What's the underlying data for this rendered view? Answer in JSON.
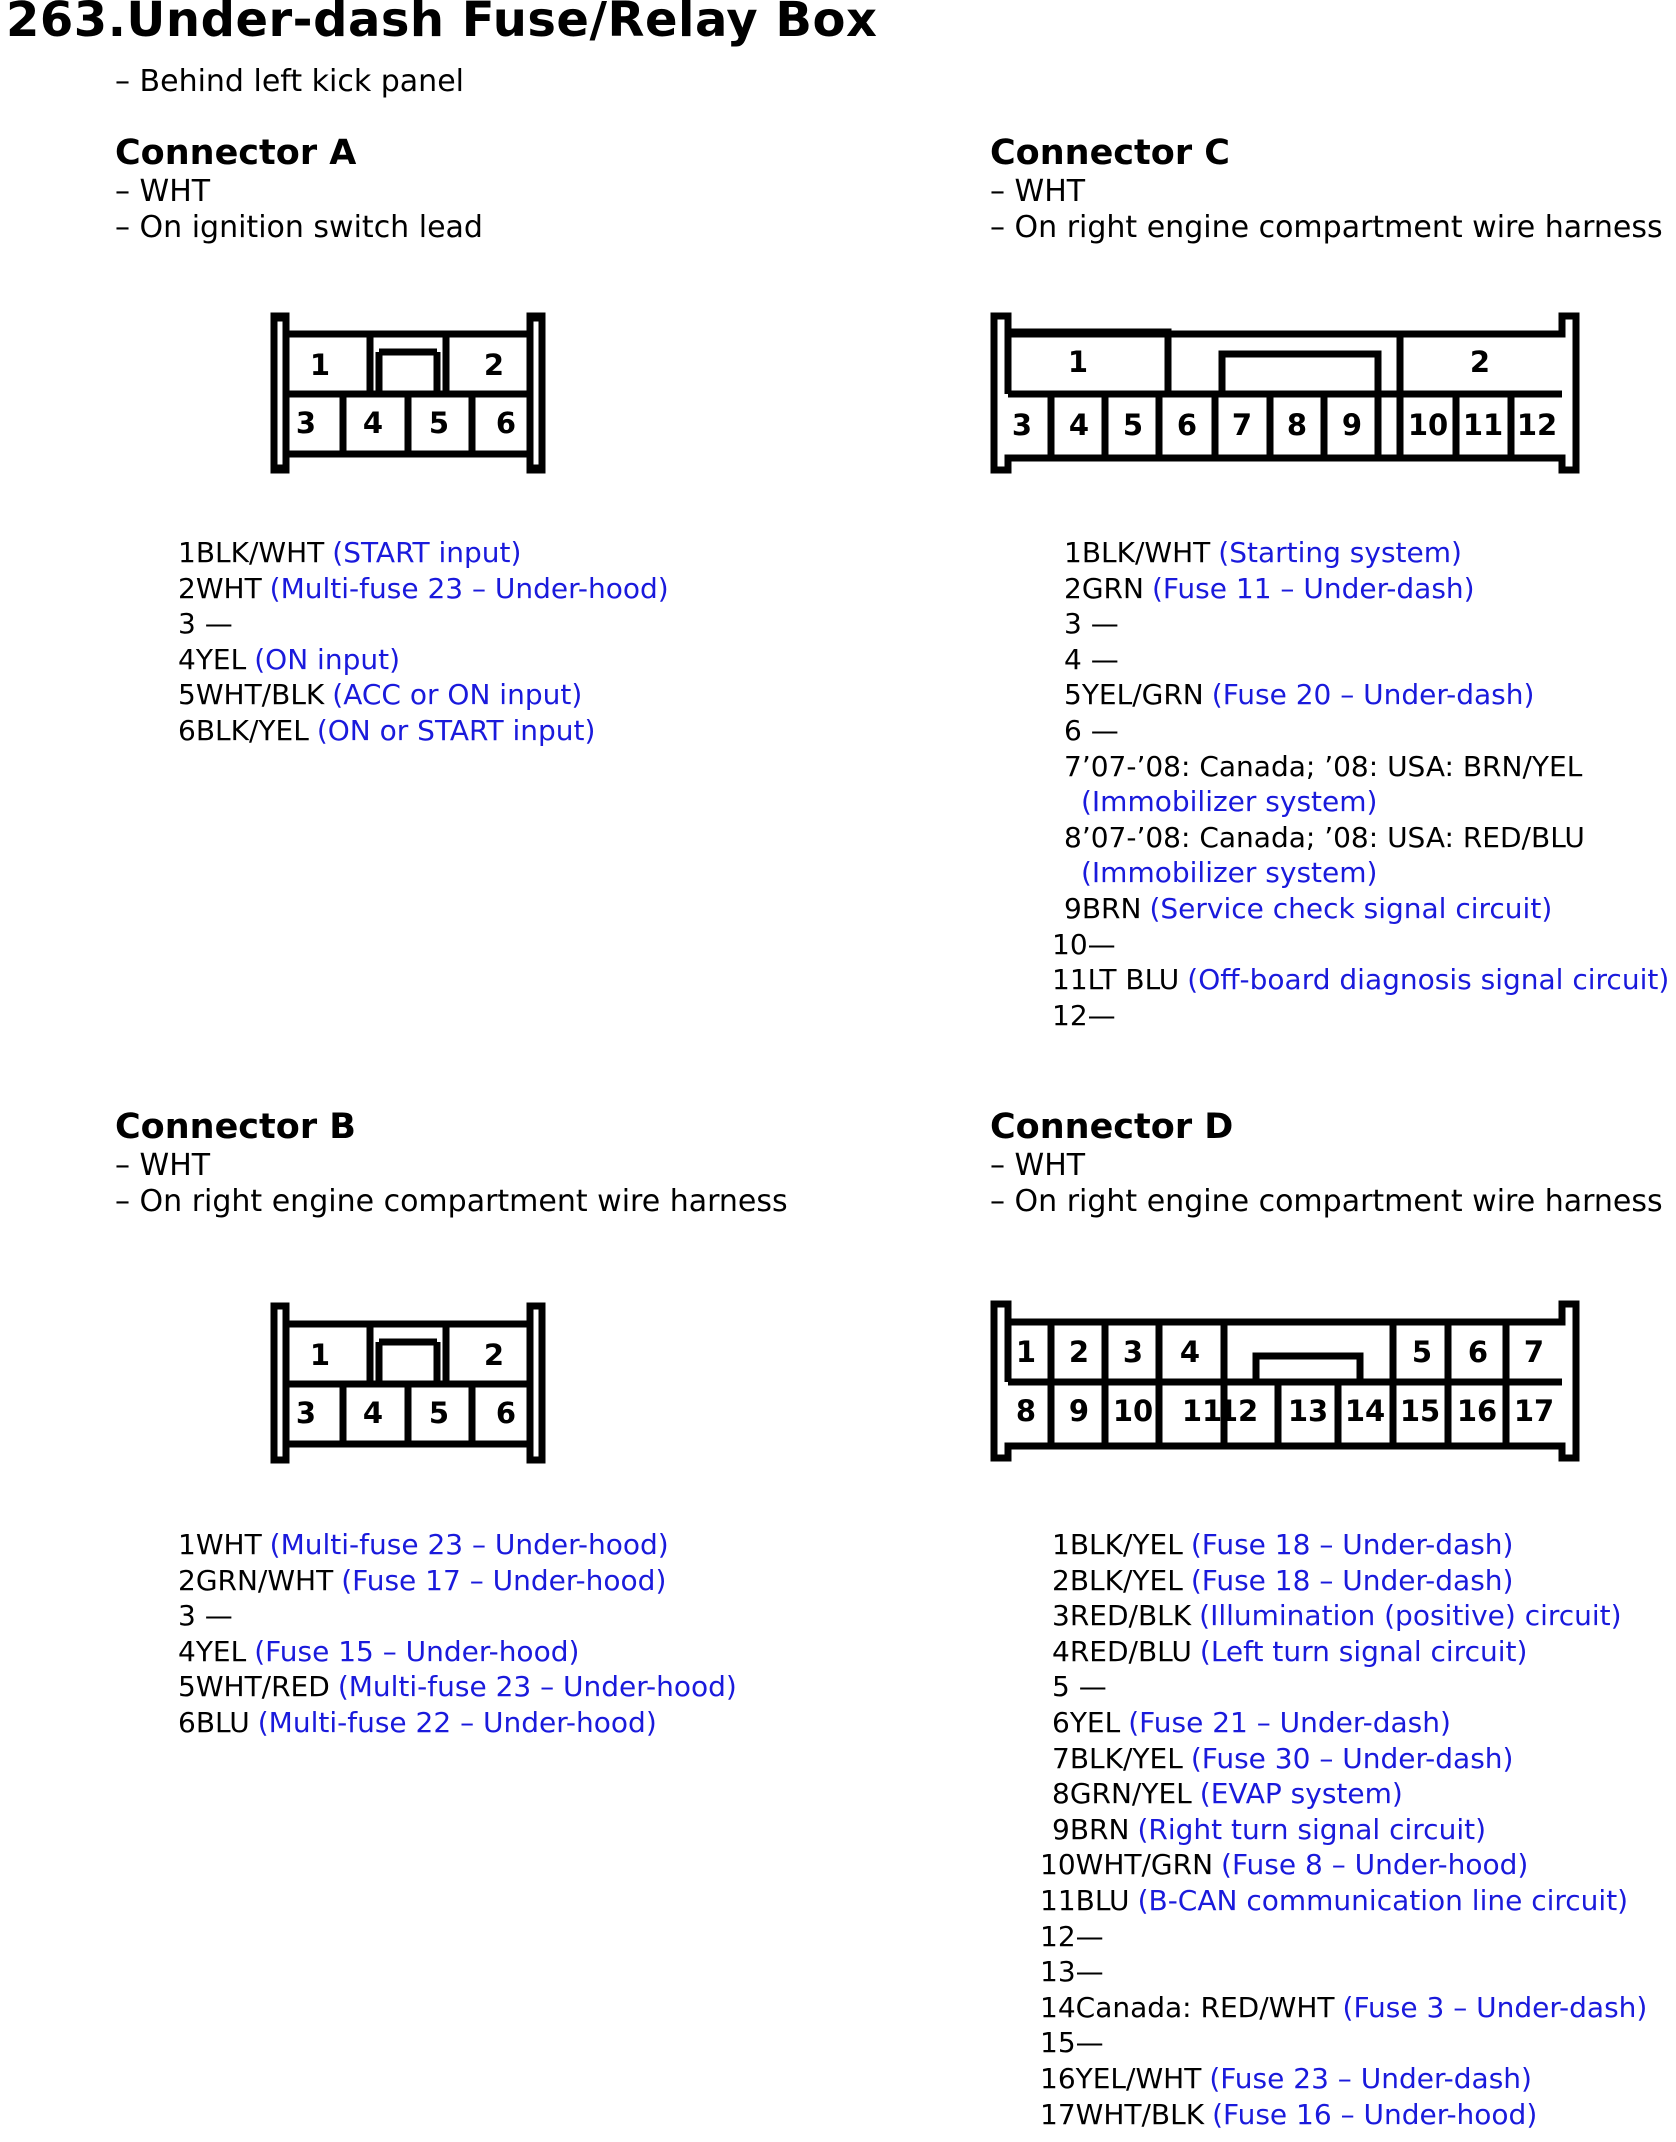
{
  "page": {
    "title": "263.Under-dash Fuse/Relay Box",
    "subtitle": "– Behind left kick panel"
  },
  "colors": {
    "text": "#000000",
    "description": "#1a1adc",
    "background": "#ffffff"
  },
  "connectors": {
    "a": {
      "title": "Connector A",
      "color": "– WHT",
      "location": "– On ignition switch lead",
      "terminal_labels": [
        "1",
        "2",
        "3",
        "4",
        "5",
        "6"
      ],
      "pins": [
        {
          "pin": "1",
          "wire": "BLK/WHT",
          "desc": "(START input)"
        },
        {
          "pin": "2",
          "wire": "WHT",
          "desc": "(Multi-fuse 23 – Under-hood)"
        },
        {
          "pin": "3",
          "wire": "—",
          "desc": ""
        },
        {
          "pin": "4",
          "wire": "YEL",
          "desc": "(ON input)"
        },
        {
          "pin": "5",
          "wire": "WHT/BLK",
          "desc": "(ACC or ON input)"
        },
        {
          "pin": "6",
          "wire": "BLK/YEL",
          "desc": "(ON or START input)"
        }
      ]
    },
    "b": {
      "title": "Connector B",
      "color": "– WHT",
      "location": "– On right engine compartment wire harness",
      "terminal_labels": [
        "1",
        "2",
        "3",
        "4",
        "5",
        "6"
      ],
      "pins": [
        {
          "pin": "1",
          "wire": "WHT",
          "desc": "(Multi-fuse 23 – Under-hood)"
        },
        {
          "pin": "2",
          "wire": "GRN/WHT",
          "desc": "(Fuse 17 – Under-hood)"
        },
        {
          "pin": "3",
          "wire": "—",
          "desc": ""
        },
        {
          "pin": "4",
          "wire": "YEL",
          "desc": "(Fuse 15 – Under-hood)"
        },
        {
          "pin": "5",
          "wire": "WHT/RED",
          "desc": "(Multi-fuse 23 – Under-hood)"
        },
        {
          "pin": "6",
          "wire": "BLU",
          "desc": "(Multi-fuse 22 – Under-hood)"
        }
      ]
    },
    "c": {
      "title": "Connector C",
      "color": "– WHT",
      "location": "– On right engine compartment wire harness",
      "terminal_labels": [
        "1",
        "2",
        "3",
        "4",
        "5",
        "6",
        "7",
        "8",
        "9",
        "10",
        "11",
        "12"
      ],
      "pins": [
        {
          "pin": "1",
          "wire": "BLK/WHT",
          "desc": "(Starting system)"
        },
        {
          "pin": "2",
          "wire": "GRN",
          "desc": "(Fuse 11 – Under-dash)"
        },
        {
          "pin": "3",
          "wire": "—",
          "desc": ""
        },
        {
          "pin": "4",
          "wire": "—",
          "desc": ""
        },
        {
          "pin": "5",
          "wire": "YEL/GRN",
          "desc": "(Fuse 20 – Under-dash)"
        },
        {
          "pin": "6",
          "wire": "—",
          "desc": ""
        },
        {
          "pin": "7",
          "wire": "’07-’08: Canada; ’08: USA: BRN/YEL",
          "desc": "(Immobilizer system)"
        },
        {
          "pin": "8",
          "wire": "’07-’08: Canada; ’08: USA: RED/BLU",
          "desc": "(Immobilizer system)"
        },
        {
          "pin": "9",
          "wire": "BRN",
          "desc": "(Service check signal circuit)"
        },
        {
          "pin": "10",
          "wire": "—",
          "desc": ""
        },
        {
          "pin": "11",
          "wire": "LT BLU",
          "desc": "(Off-board diagnosis signal circuit)"
        },
        {
          "pin": "12",
          "wire": "—",
          "desc": ""
        }
      ]
    },
    "d": {
      "title": "Connector D",
      "color": "– WHT",
      "location": "– On right engine compartment wire harness",
      "terminal_labels": [
        "1",
        "2",
        "3",
        "4",
        "5",
        "6",
        "7",
        "8",
        "9",
        "10",
        "11",
        "12",
        "13",
        "14",
        "15",
        "16",
        "17"
      ],
      "pins": [
        {
          "pin": "1",
          "wire": "BLK/YEL",
          "desc": "(Fuse 18 – Under-dash)"
        },
        {
          "pin": "2",
          "wire": "BLK/YEL",
          "desc": "(Fuse 18 – Under-dash)"
        },
        {
          "pin": "3",
          "wire": "RED/BLK",
          "desc": "(Illumination (positive) circuit)"
        },
        {
          "pin": "4",
          "wire": "RED/BLU",
          "desc": "(Left turn signal circuit)"
        },
        {
          "pin": "5",
          "wire": "—",
          "desc": ""
        },
        {
          "pin": "6",
          "wire": "YEL",
          "desc": "(Fuse 21 – Under-dash)"
        },
        {
          "pin": "7",
          "wire": "BLK/YEL",
          "desc": "(Fuse 30 – Under-dash)"
        },
        {
          "pin": "8",
          "wire": "GRN/YEL",
          "desc": "(EVAP system)"
        },
        {
          "pin": "9",
          "wire": "BRN",
          "desc": "(Right turn signal circuit)"
        },
        {
          "pin": "10",
          "wire": "WHT/GRN",
          "desc": "(Fuse 8 – Under-hood)"
        },
        {
          "pin": "11",
          "wire": "BLU",
          "desc": "(B-CAN communication line circuit)"
        },
        {
          "pin": "12",
          "wire": "—",
          "desc": ""
        },
        {
          "pin": "13",
          "wire": "—",
          "desc": ""
        },
        {
          "pin": "14",
          "wire": "Canada: RED/WHT",
          "desc": "(Fuse 3 – Under-dash)"
        },
        {
          "pin": "15",
          "wire": "—",
          "desc": ""
        },
        {
          "pin": "16",
          "wire": "YEL/WHT",
          "desc": "(Fuse 23 – Under-dash)"
        },
        {
          "pin": "17",
          "wire": "WHT/BLK",
          "desc": "(Fuse 16 – Under-hood)"
        }
      ]
    }
  }
}
